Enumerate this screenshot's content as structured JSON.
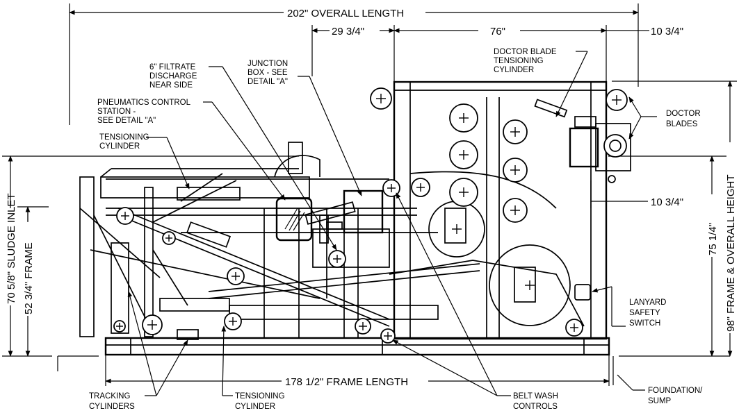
{
  "dimensions": {
    "overall_length": "202\" OVERALL LENGTH",
    "left_section": "29 3/4\"",
    "mid_section": "76\"",
    "right_top": "10 3/4\"",
    "right_mid": "10 3/4\"",
    "frame_length": "178 1/2\" FRAME LENGTH",
    "sludge_inlet": "70 5/8\" SLUDGE INLET",
    "frame_height": "52 3/4\" FRAME",
    "frame_right": "75 1/4\"",
    "overall_height": "98\" FRAME & OVERALL HEIGHT"
  },
  "callouts": {
    "filtrate": [
      "6\" FILTRATE",
      "DISCHARGE",
      "NEAR SIDE"
    ],
    "junction": [
      "JUNCTION",
      "BOX - SEE",
      "DETAIL \"A\""
    ],
    "doctor_tension": [
      "DOCTOR BLADE",
      "TENSIONING",
      "CYLINDER"
    ],
    "pneumatics": [
      "PNEUMATICS CONTROL",
      "STATION -",
      "SEE DETAIL \"A\""
    ],
    "tensioning_top": [
      "TENSIONING",
      "CYLINDER"
    ],
    "doctor_blades": [
      "DOCTOR",
      "BLADES"
    ],
    "lanyard": [
      "LANYARD",
      "SAFETY",
      "SWITCH"
    ],
    "tracking": [
      "TRACKING",
      "CYLINDERS"
    ],
    "tensioning_bottom": [
      "TENSIONING",
      "CYLINDER"
    ],
    "belt_wash": [
      "BELT WASH",
      "CONTROLS"
    ],
    "foundation": [
      "FOUNDATION/",
      "SUMP"
    ]
  }
}
